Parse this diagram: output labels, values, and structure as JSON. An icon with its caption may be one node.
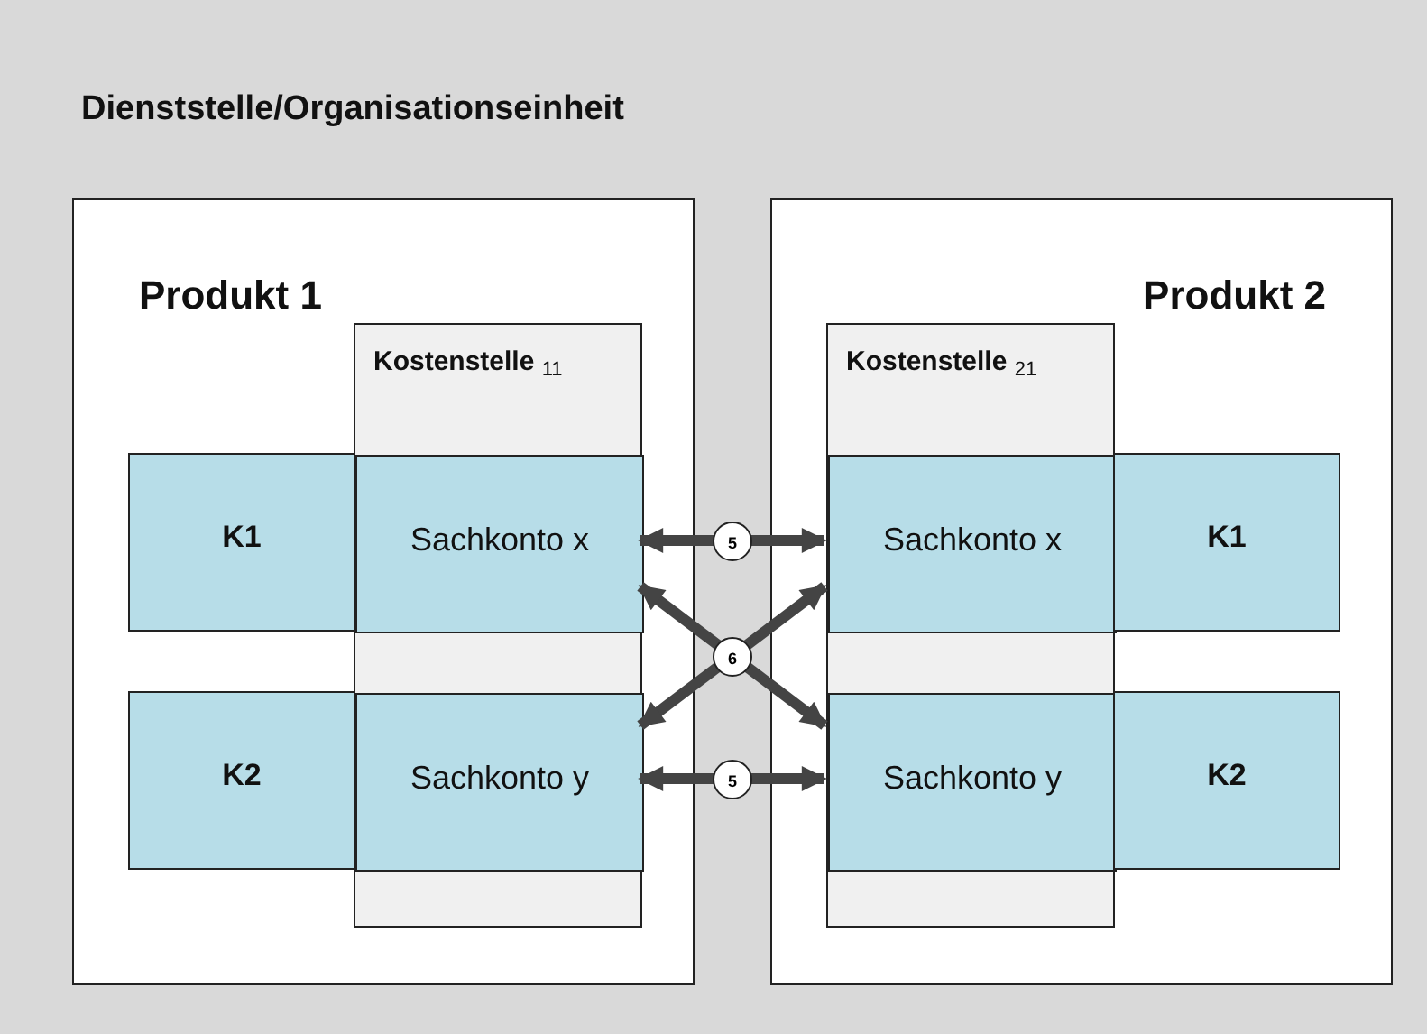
{
  "diagram": {
    "nodes": [
      {
        "text": [
          "Dienststelle/Organisationseinheit"
        ]
      },
      {
        "text": [
          "Produkt 1"
        ],
        "in": 0
      },
      {
        "text": [
          "Kostenstelle $_{11}$"
        ],
        "in": 1
      },
      {
        "text": [
          "K1"
        ],
        "in": 1
      },
      {
        "text": [
          "Sachkonto x"
        ],
        "in": 2
      },
      {
        "text": [
          "K2"
        ],
        "in": 1
      },
      {
        "text": [
          "Sachkonto y"
        ],
        "in": 2
      },
      {
        "text": [
          "Produkt 2"
        ],
        "in": 0
      },
      {
        "text": [
          "Kostenstelle $_{21}$"
        ],
        "in": 7
      },
      {
        "text": [
          "Sachkonto x"
        ],
        "in": 8
      },
      {
        "text": [
          "K1"
        ],
        "in": 7
      },
      {
        "text": [
          "Sachkonto y"
        ],
        "in": 8
      },
      {
        "text": [
          "K2"
        ],
        "in": 7
      }
    ],
    "edges": [
      {
        "from": 4,
        "to": 9,
        "arrow": "both",
        "label": "5"
      },
      {
        "from": 4,
        "to": 11,
        "arrow": "both",
        "label": "6"
      },
      {
        "from": 6,
        "to": 9,
        "arrow": "both"
      },
      {
        "from": 6,
        "to": 11,
        "arrow": "both",
        "label": "5"
      }
    ]
  }
}
